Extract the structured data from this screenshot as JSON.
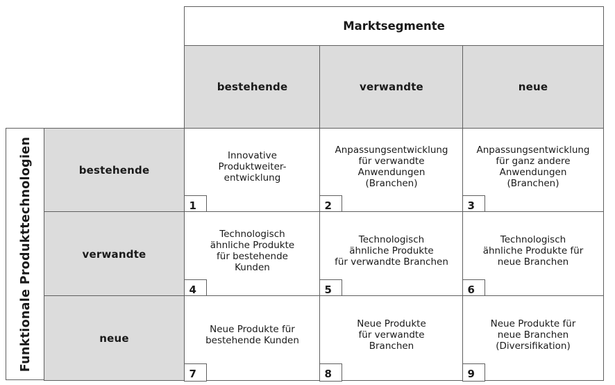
{
  "diagram": {
    "column_axis_title": "Marktsegmente",
    "row_axis_title": "Funktionale Produkttechnologien",
    "columns": [
      "bestehende",
      "verwandte",
      "neue"
    ],
    "rows": [
      "bestehende",
      "verwandte",
      "neue"
    ],
    "cells": [
      {
        "number": "1",
        "text": "Innovative\nProduktweiter-\nentwicklung"
      },
      {
        "number": "2",
        "text": "Anpassungsentwicklung\nfür verwandte\nAnwendungen\n(Branchen)"
      },
      {
        "number": "3",
        "text": "Anpassungsentwicklung\nfür ganz andere\nAnwendungen\n(Branchen)"
      },
      {
        "number": "4",
        "text": "Technologisch\nähnliche Produkte\nfür bestehende\nKunden"
      },
      {
        "number": "5",
        "text": "Technologisch\nähnliche Produkte\nfür verwandte Branchen"
      },
      {
        "number": "6",
        "text": "Technologisch\nähnliche Produkte für\nneue Branchen"
      },
      {
        "number": "7",
        "text": "Neue Produkte für\nbestehende Kunden"
      },
      {
        "number": "8",
        "text": "Neue Produkte\nfür verwandte\nBranchen"
      },
      {
        "number": "9",
        "text": "Neue Produkte für\nneue Branchen\n(Diversifikation)"
      }
    ],
    "colors": {
      "header_fill": "#dcdcdc",
      "cell_fill": "#ffffff",
      "border": "#5f5f5f",
      "text": "#1a1a1a"
    }
  }
}
